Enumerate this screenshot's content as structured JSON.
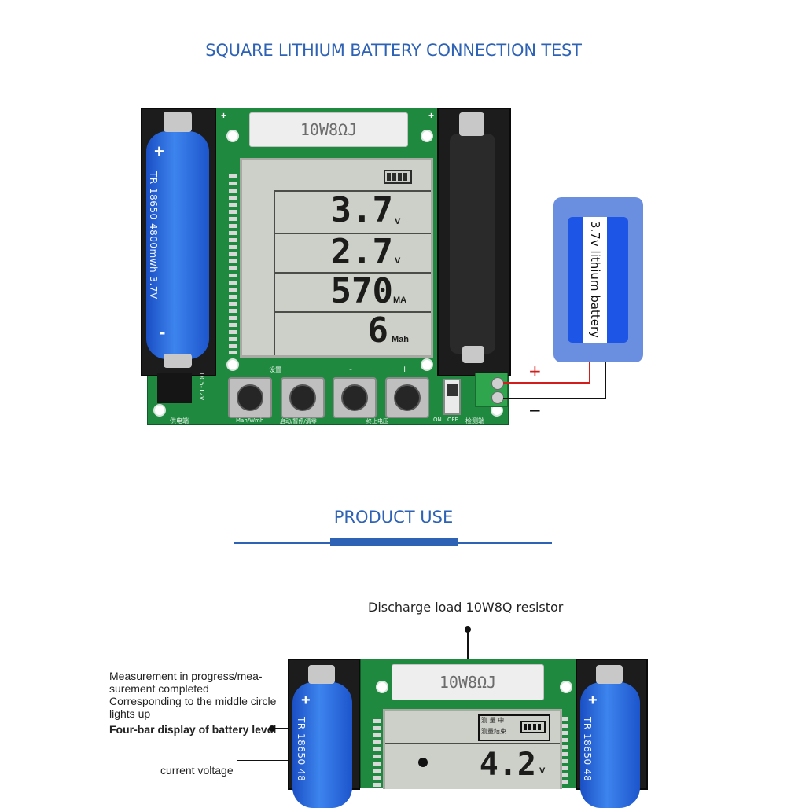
{
  "title": "SQUARE LITHIUM BATTERY CONNECTION TEST",
  "section_title": "PRODUCT USE",
  "board": {
    "resistor_label": "10W8ΩJ",
    "left_cell_label": "TR 18650 4800mwh 3.7V",
    "left_cell_plus": "+",
    "left_cell_minus": "-",
    "lcd": {
      "voltage1": "3.7",
      "voltage1_unit": "V",
      "voltage2": "2.7",
      "voltage2_unit": "V",
      "current": "570",
      "current_unit": "MA",
      "capacity": "6",
      "capacity_unit": "Mah"
    },
    "silk_top_buttons": [
      "设置",
      "-",
      "+"
    ],
    "silk_bottom": [
      "供电端",
      "Mah/Wmh",
      "启动/暂停/清零",
      "终止电压",
      "ON",
      "OFF",
      "检测端"
    ],
    "silk_dc": "DC5-12V",
    "corner_plus": "+"
  },
  "external_battery": {
    "label": "3.7v lithium battery",
    "plus": "+",
    "minus": "−"
  },
  "annotations": {
    "discharge_load": "Discharge load 10W8Q resistor",
    "measurement_status": "Measurement in progress/mea-\nsurement completed\nCorresponding to the middle circle\nlights up",
    "battery_level": "Four-bar display of battery level",
    "current_voltage": "current voltage"
  },
  "board2": {
    "resistor_label": "10W8ΩJ",
    "lcd_voltage": "4.2",
    "lcd_voltage_unit": "V",
    "indicator_top": "测 量 中",
    "indicator_bottom": "测量结束",
    "left_cell_label": "TR 18650 48",
    "right_cell_label": "TR 18650 48",
    "plus": "+"
  },
  "colors": {
    "title_blue": "#2e62b5",
    "pcb_green": "#1f8a3f",
    "cell_blue": "#2f6fe0",
    "lcd_gray": "#cdd0c9",
    "wire_red": "#d31c1c"
  }
}
